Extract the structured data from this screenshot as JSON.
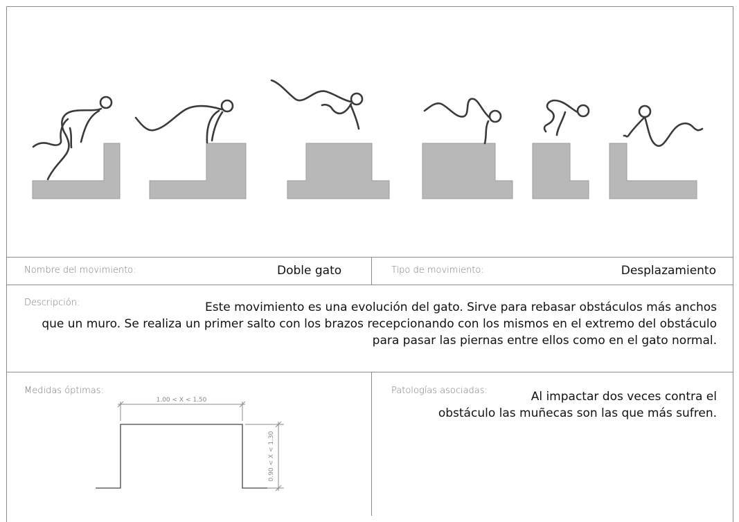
{
  "figures": [
    {
      "id": "fig1",
      "stage": "approach"
    },
    {
      "id": "fig2",
      "stage": "first-jump"
    },
    {
      "id": "fig3",
      "stage": "hands-on-obstacle"
    },
    {
      "id": "fig4",
      "stage": "legs-through"
    },
    {
      "id": "fig5",
      "stage": "second-push"
    },
    {
      "id": "fig6",
      "stage": "landing"
    }
  ],
  "movement_name": {
    "label": "Nombre del movimiento:",
    "value": "Doble gato"
  },
  "movement_type": {
    "label": "Tipo de movimiento:",
    "value": "Desplazamiento"
  },
  "description": {
    "label": "Descripción:",
    "text": "Este movimiento es una evolución del gato. Sirve para rebasar obstáculos más anchos que un muro. Se realiza un primer salto con los brazos recepcionando con los mismos en el extremo del obstáculo para pasar las piernas entre ellos como en el gato normal."
  },
  "optimal_measures": {
    "label": "Medidas óptimas:",
    "width_range": "1.00 < X < 1.50",
    "height_range": "0.90 < X < 1.30"
  },
  "pathologies": {
    "label": "Patologías asociadas:",
    "text": "Al impactar dos veces contra el obstáculo las muñecas son las que más sufren."
  },
  "colors": {
    "block": "#b8b8b8",
    "figure": "#3a3a3a",
    "border": "#8a8a8a"
  }
}
